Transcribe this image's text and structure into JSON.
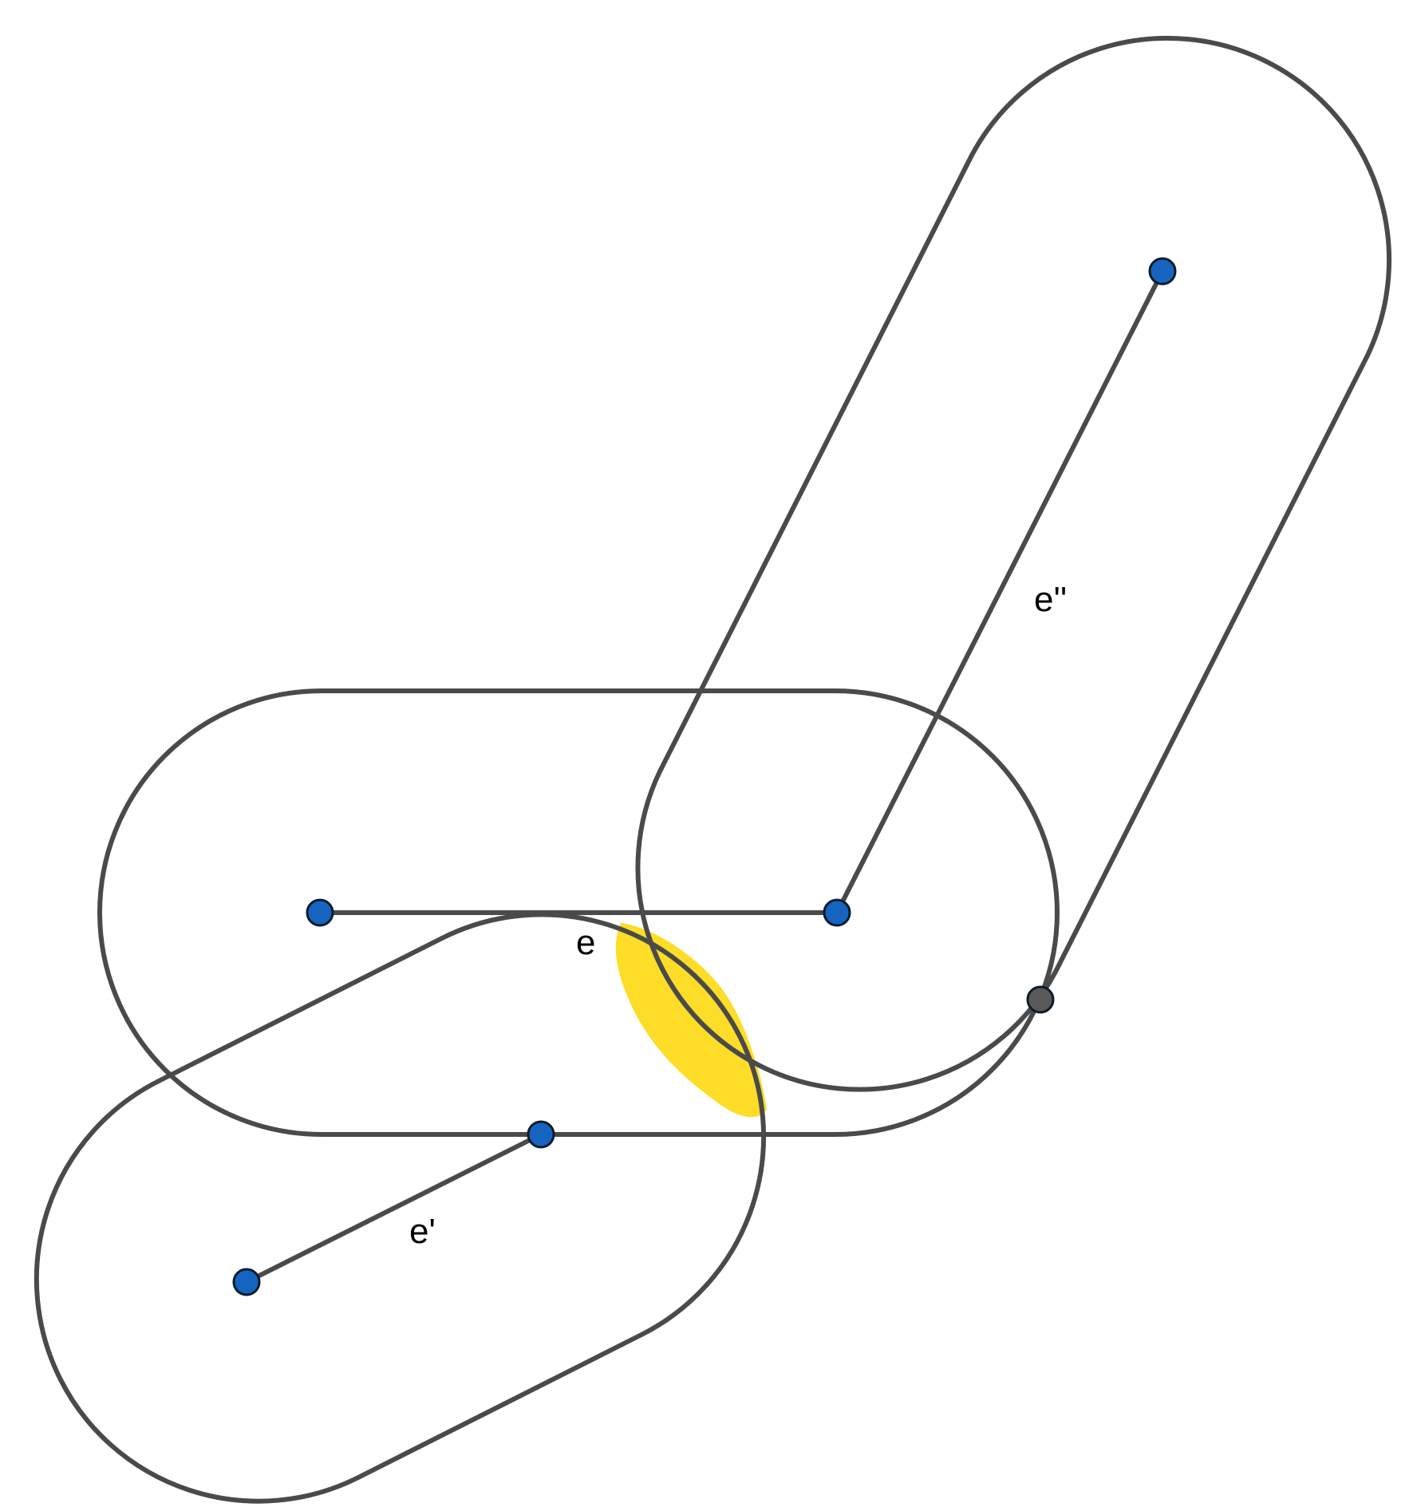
{
  "figure": {
    "colors": {
      "outline": "#4a4a4a",
      "segment": "#4a4a4a",
      "vertex": "#1565c0",
      "special_vertex": "#5a5a5a",
      "highlight": "#fddc1c"
    },
    "labels": {
      "e": "e",
      "e_prime": "e'",
      "e_double_prime": "e''"
    }
  }
}
